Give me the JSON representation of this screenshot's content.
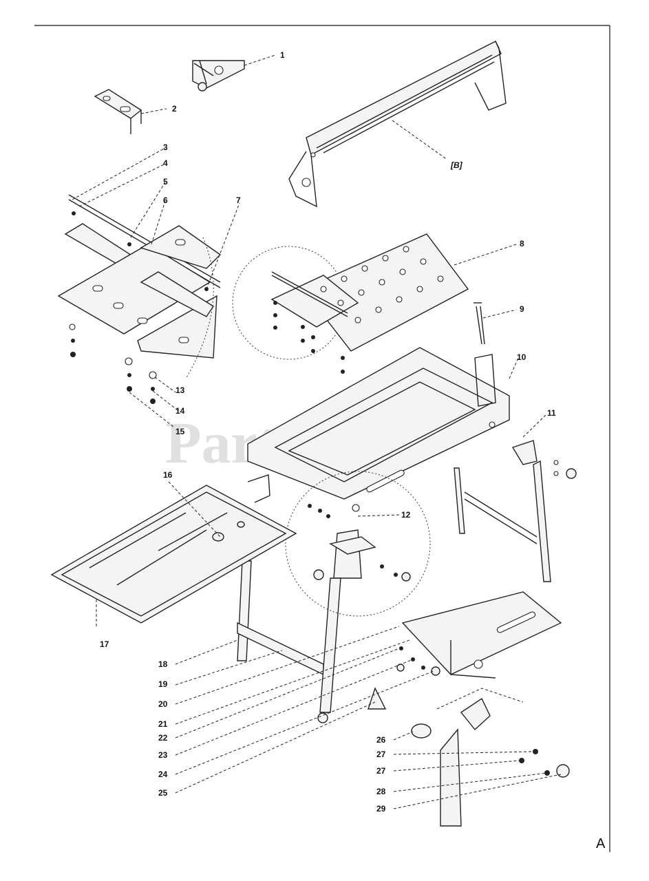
{
  "watermark": "PartsTree",
  "corner_label": "A",
  "assembly_label": "[B]",
  "callouts": [
    "1",
    "2",
    "3",
    "4",
    "5",
    "6",
    "7",
    "8",
    "9",
    "10",
    "11",
    "12",
    "13",
    "14",
    "15",
    "16",
    "17",
    "18",
    "19",
    "20",
    "21",
    "22",
    "23",
    "24",
    "25",
    "26",
    "27",
    "27",
    "28",
    "29"
  ]
}
